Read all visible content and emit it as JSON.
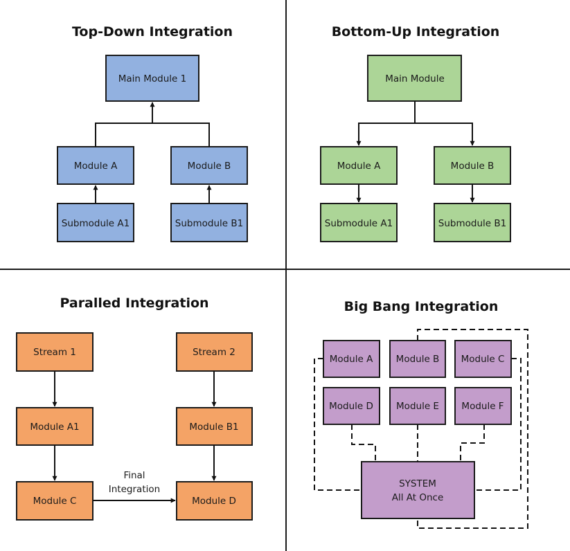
{
  "colors": {
    "top_down": "#92b1e0",
    "bottom_up": "#acd597",
    "parallel": "#f4a366",
    "big_bang": "#c39dcb"
  },
  "top_down": {
    "title": "Top-Down Integration",
    "main": "Main Module 1",
    "module_a": "Module A",
    "module_b": "Module B",
    "sub_a": "Submodule A1",
    "sub_b": "Submodule B1"
  },
  "bottom_up": {
    "title": "Bottom-Up Integration",
    "main": "Main Module",
    "module_a": "Module A",
    "module_b": "Module B",
    "sub_a": "Submodule A1",
    "sub_b": "Submodule B1"
  },
  "parallel": {
    "title": "Paralled Integration",
    "stream1": "Stream 1",
    "stream2": "Stream 2",
    "module_a1": "Module A1",
    "module_b1": "Module B1",
    "module_c": "Module C",
    "module_d": "Module D",
    "final_label_line1": "Final",
    "final_label_line2": "Integration"
  },
  "big_bang": {
    "title": "Big Bang Integration",
    "modules": [
      "Module A",
      "Module B",
      "Module C",
      "Module D",
      "Module E",
      "Module F"
    ],
    "system_line1": "SYSTEM",
    "system_line2": "All At Once"
  }
}
